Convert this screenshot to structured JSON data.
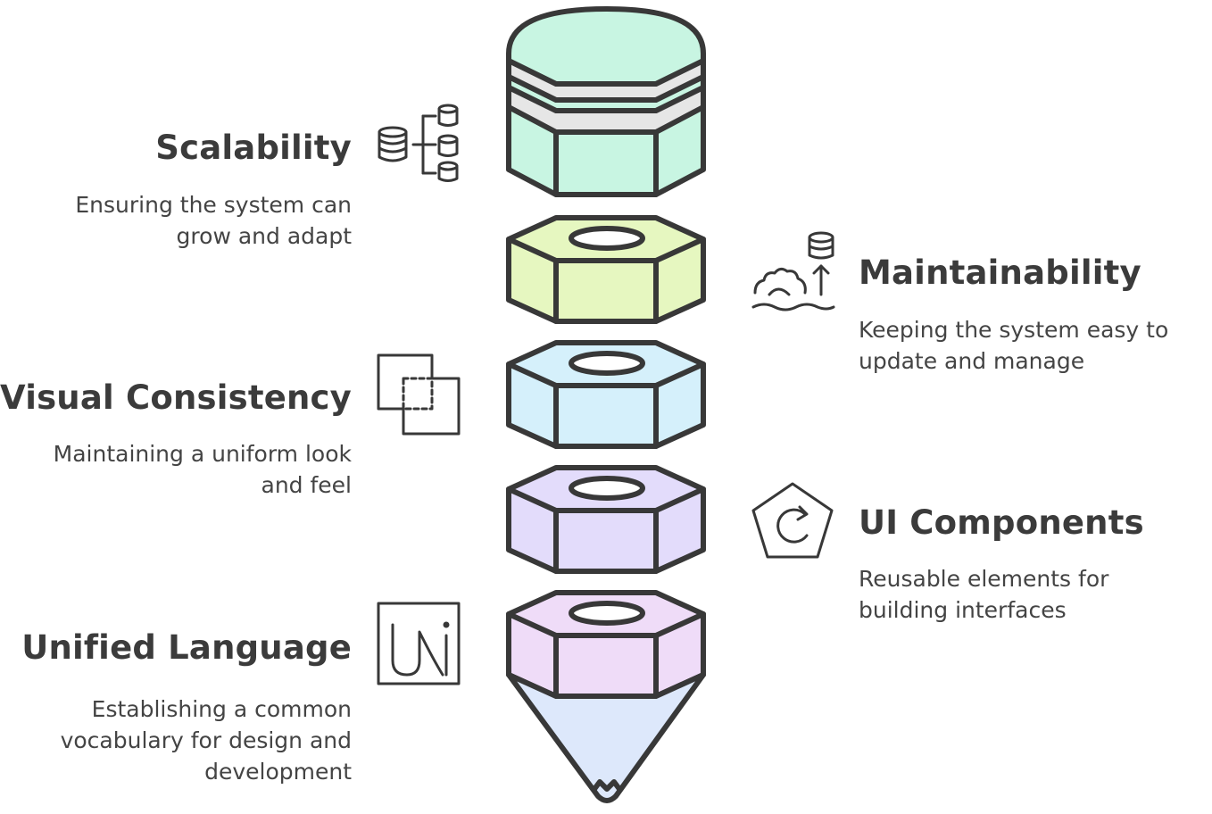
{
  "sections": {
    "scalability": {
      "title": "Scalability",
      "desc": [
        "Ensuring the system can",
        "grow and adapt"
      ],
      "icon": "database-split-icon"
    },
    "maintainability": {
      "title": "Maintainability",
      "desc": [
        "Keeping the system easy to",
        "update and manage"
      ],
      "icon": "gear-update-icon"
    },
    "visual_consistency": {
      "title": "Visual Consistency",
      "desc": [
        "Maintaining a uniform look",
        "and feel"
      ],
      "icon": "overlapping-squares-icon"
    },
    "ui_components": {
      "title": "UI Components",
      "desc": [
        "Reusable elements for",
        "building interfaces"
      ],
      "icon": "pentagon-refresh-icon"
    },
    "unified_language": {
      "title": "Unified Language",
      "desc": [
        "Establishing a common",
        "vocabulary for design and",
        "development"
      ],
      "icon": "ui-letters-icon"
    }
  },
  "colors": {
    "eraser": "#c8f5e2",
    "band": "#e6e6e6",
    "nut1": "#e6f7c0",
    "nut2": "#d5f0fb",
    "nut3": "#e3dcfb",
    "nut4": "#efdcf8",
    "tip": "#dde8fb",
    "stroke": "#383838"
  }
}
